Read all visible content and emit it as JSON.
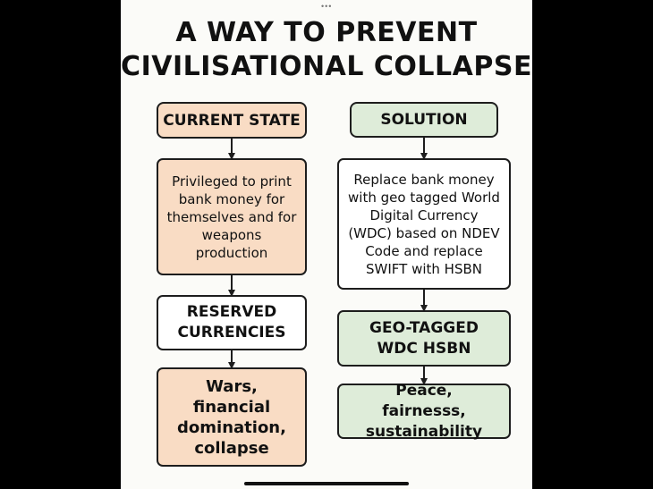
{
  "title": {
    "line1": "A WAY TO PREVENT",
    "line2": "CIVILISATIONAL COLLAPSE"
  },
  "left_column": {
    "header": "CURRENT STATE",
    "box1": "Privileged to print bank money for themselves and for weapons production",
    "box2": "RESERVED CURRENCIES",
    "box3": "Wars, financial domination, collapse"
  },
  "right_column": {
    "header": "SOLUTION",
    "box1": "Replace bank money with geo tagged World Digital Currency (WDC) based on NDEV Code and replace SWIFT with HSBN",
    "box2": "GEO-TAGGED WDC HSBN",
    "box3": "Peace, fairnesss, sustainability"
  },
  "colors": {
    "current_state": "#f9dcc4",
    "solution": "#deecd9",
    "neutral": "#ffffff"
  }
}
